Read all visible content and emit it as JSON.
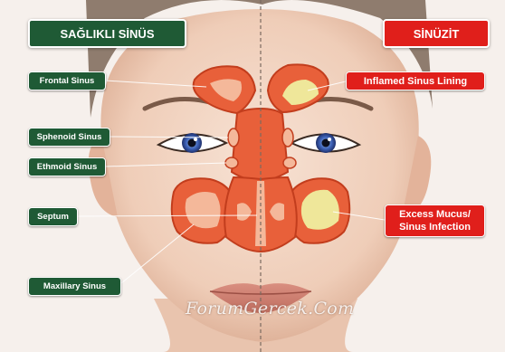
{
  "header": {
    "left_title": "SAĞLIKLI SİNÜS",
    "right_title": "SİNÜZİT",
    "left_color": "#1f5a35",
    "right_color": "#e01f1b"
  },
  "labels": {
    "frontal": "Frontal Sinus",
    "sphenoid": "Sphenoid Sinus",
    "ethmoid": "Ethmoid Sinus",
    "septum": "Septum",
    "maxillary": "Maxillary Sinus",
    "inflamed": "Inflamed Sinus Lining",
    "mucus_line1": "Excess Mucus/",
    "mucus_line2": "Sinus Infection"
  },
  "watermark": "ForumGercek.Com",
  "colors": {
    "sinus_fill": "#e8603a",
    "sinus_light": "#f4b89a",
    "mucus": "#efe79a",
    "skin": "#f1d4c2"
  }
}
